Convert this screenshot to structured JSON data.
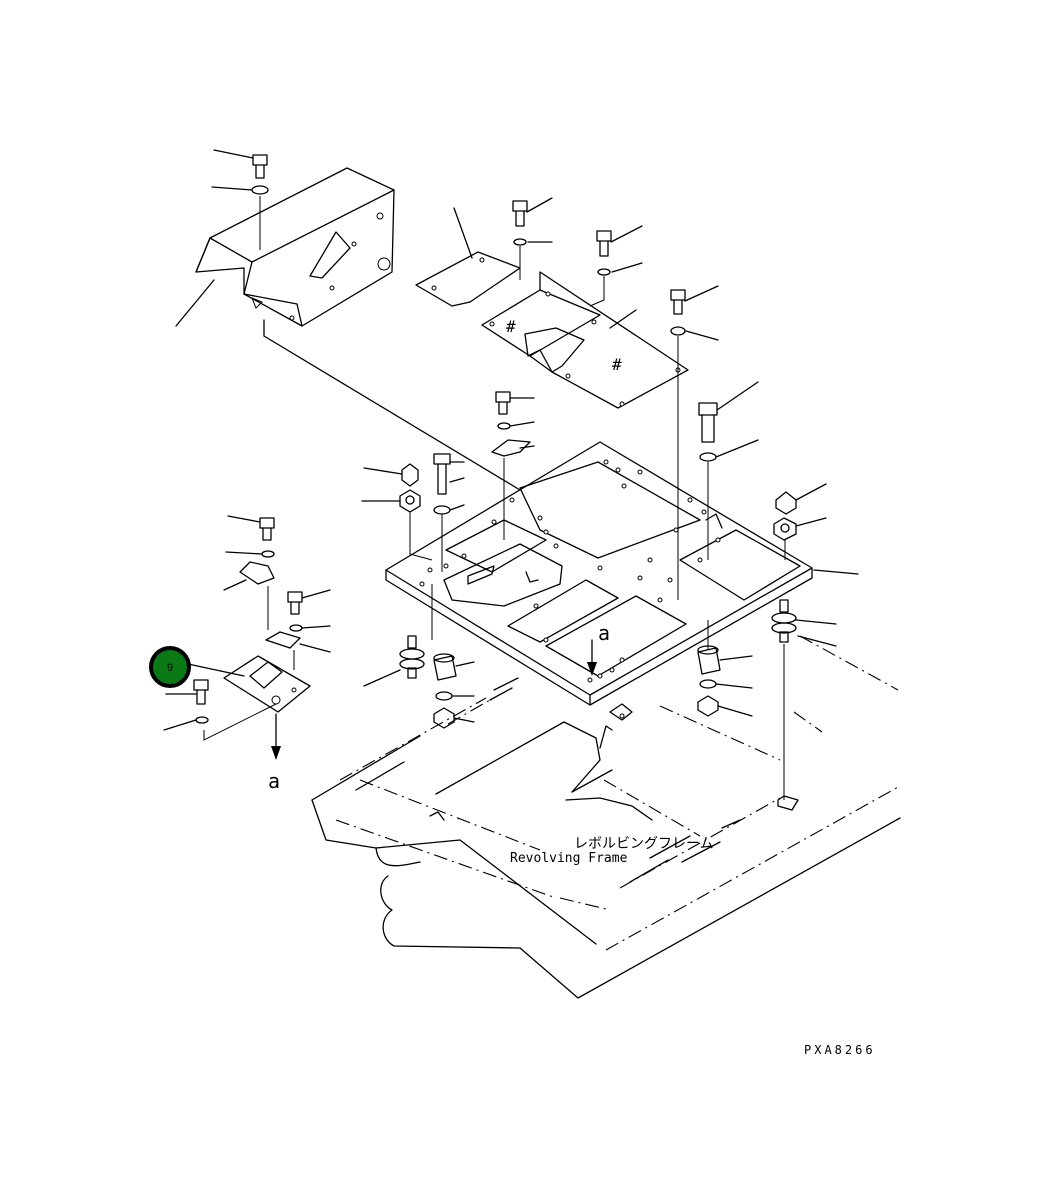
{
  "figure": {
    "part_label_jp": "レボルビングフレーム",
    "part_label_en": "Revolving Frame",
    "view_marker": "a",
    "drawing_code": "PXA8266"
  },
  "callouts": [
    {
      "number": "9",
      "color": "#0b7a16"
    }
  ],
  "colors": {
    "line": "#000000",
    "background": "#ffffff",
    "callout": "#0b7a16"
  }
}
